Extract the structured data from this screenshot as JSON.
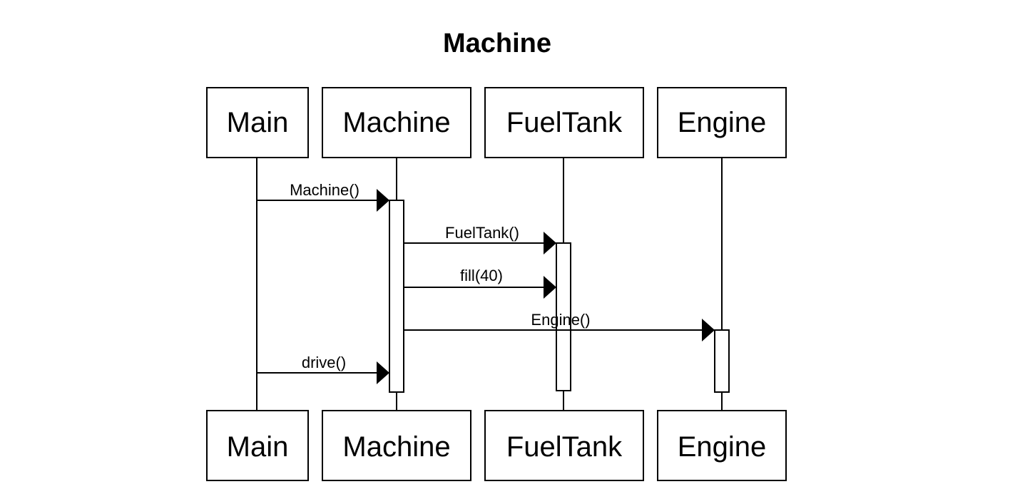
{
  "title": "Machine",
  "participants": [
    {
      "id": "main",
      "label": "Main"
    },
    {
      "id": "machine",
      "label": "Machine"
    },
    {
      "id": "fueltank",
      "label": "FuelTank"
    },
    {
      "id": "engine",
      "label": "Engine"
    }
  ],
  "messages": [
    {
      "from": "main",
      "to": "machine",
      "label": "Machine()"
    },
    {
      "from": "machine",
      "to": "fueltank",
      "label": "FuelTank()"
    },
    {
      "from": "machine",
      "to": "fueltank",
      "label": "fill(40)"
    },
    {
      "from": "machine",
      "to": "engine",
      "label": "Engine()"
    },
    {
      "from": "main",
      "to": "machine",
      "label": "drive()"
    }
  ]
}
